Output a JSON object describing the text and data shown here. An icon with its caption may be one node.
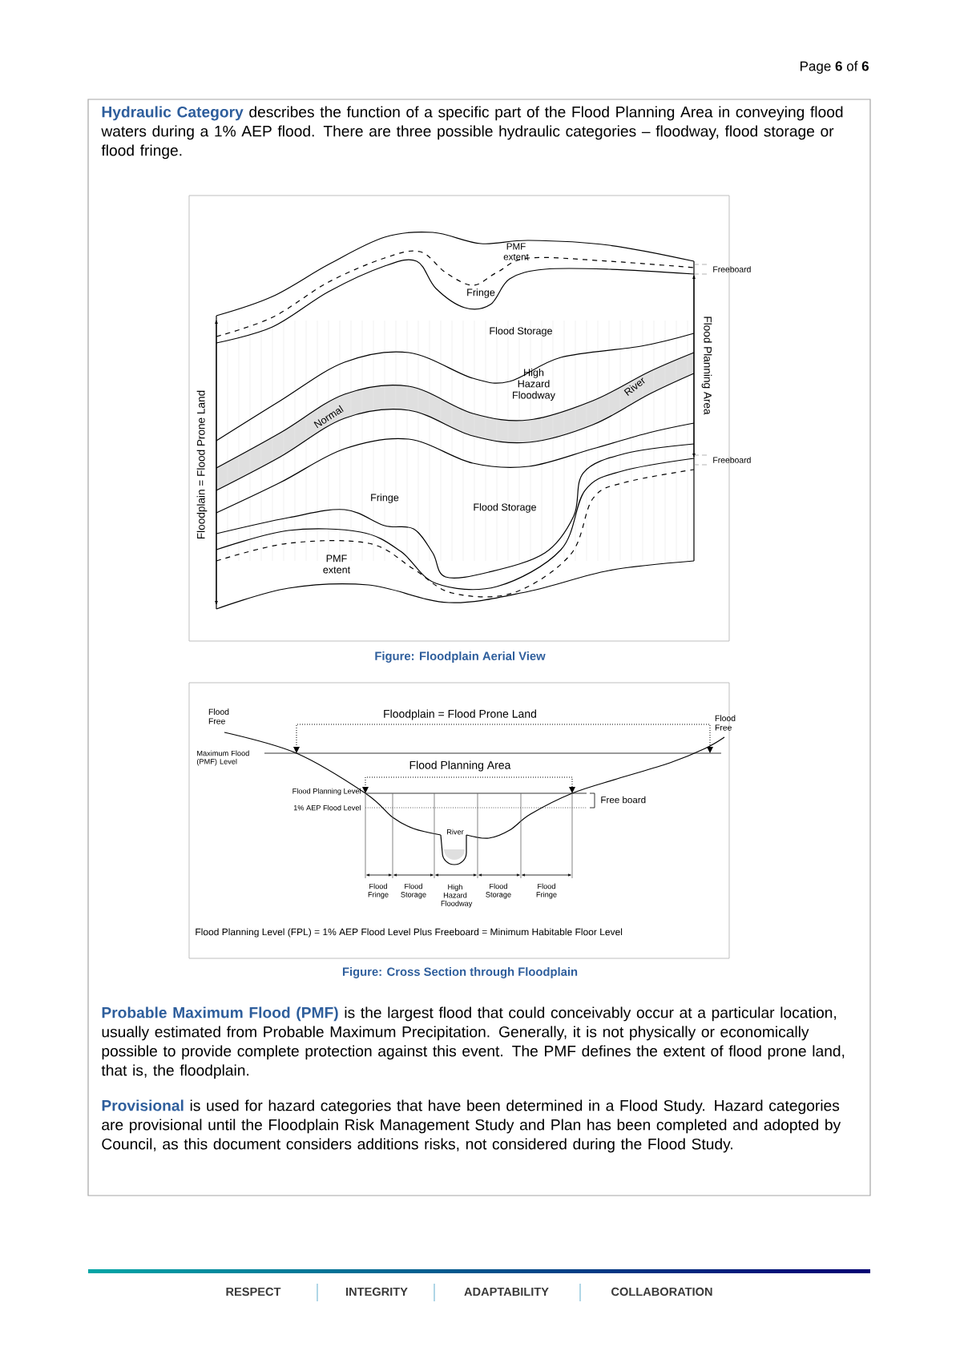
{
  "diagram": {
    "labels": [
      "Page **6** of **6**",
      "Hydraulic Category",
      "describes the function of a specific part of the Flood Planning Area in conveying flood waters during a 1% AEP flood.  There are three possible hydraulic categories – floodway, flood storage or flood fringe.",
      "PMF extent",
      "Fringe",
      "Flood Storage",
      "High Hazard Floodway",
      "Normal",
      "River",
      "Freeboard",
      "Flood Planning Area",
      "Floodplain = Flood Prone Land",
      "Freeboard",
      "Flood Storage",
      "Fringe",
      "PMF extent",
      "Figure: Floodplain Aerial View",
      "Flood Free",
      "Floodplain = Flood Prone Land",
      "Flood Free",
      "Maximum Flood (PMF) Level",
      "Flood Planning Area",
      "Flood Planning Level",
      "1% AEP Flood Level",
      "Free board",
      "River",
      "Flood Fringe",
      "Flood Storage",
      "High Hazard Floodway",
      "Flood Storage",
      "Flood Fringe",
      "Flood Planning Level (FPL) = 1% AEP Flood Level Plus Freeboard = Minimum Habitable Floor Level",
      "Figure: Cross Section through Floodplain",
      "Probable Maximum Flood (PMF)",
      "is the largest flood that could conceivably occur at a particular location, usually estimated from Probable Maximum Precipitation.  Generally, it is not physically or economically possible to provide complete protection against this event.  The PMF defines the extent of flood prone land, that is, the floodplain.",
      "Provisional",
      "is used for hazard categories that have been determined in a Flood Study.  Hazard categories are provisional until the Floodplain Risk Management Study and Plan has been completed and adopted by Council, as this document considers additions risks, not considered during the Flood Study.",
      "RESPECT",
      "INTEGRITY",
      "ADAPTABILITY",
      "COLLABORATION"
    ]
  }
}
